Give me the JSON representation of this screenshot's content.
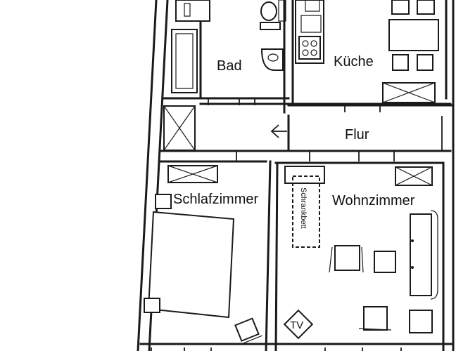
{
  "rooms": {
    "bad": "Bad",
    "kueche": "Küche",
    "flur": "Flur",
    "schlafzimmer": "Schlafzimmer",
    "wohnzimmer": "Wohnzimmer"
  },
  "furniture": {
    "schrankbett": "Schrankbett",
    "tv": "TV"
  }
}
